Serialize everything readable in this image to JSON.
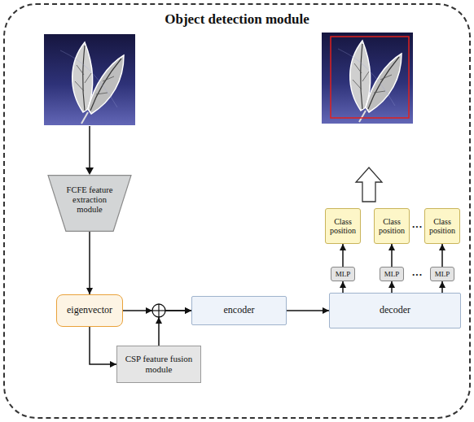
{
  "diagram": {
    "nodes": [
      {
        "text": [
          "Object detection module"
        ]
      },
      {
        "text": [
          "FCFE feature extraction module"
        ],
        "in": 0
      },
      {
        "text": [
          "eigenvector"
        ],
        "in": 0
      },
      {
        "text": [
          "CSP feature fusion module"
        ],
        "in": 0
      },
      {
        "text": [
          "encoder"
        ],
        "in": 0
      },
      {
        "text": [
          "decoder"
        ],
        "in": 0
      },
      {
        "text": [
          "Class position"
        ],
        "in": 0
      },
      {
        "text": [
          "Class position"
        ],
        "in": 0
      },
      {
        "text": [
          "Class position"
        ],
        "in": 0
      },
      {
        "text": [
          "MLP"
        ],
        "in": 0
      },
      {
        "text": [
          "MLP"
        ],
        "in": 0
      },
      {
        "text": [
          "MLP"
        ],
        "in": 0
      }
    ],
    "edges": [
      {
        "from": 1,
        "to": 2,
        "arrow": "to"
      },
      {
        "from": 2,
        "to": 3,
        "arrow": "to"
      },
      {
        "from": 2,
        "to": 4,
        "arrow": "to"
      },
      {
        "from": 3,
        "to": 4,
        "arrow": "to"
      },
      {
        "from": 4,
        "to": 5,
        "arrow": "to"
      },
      {
        "from": 5,
        "to": 9,
        "arrow": "to"
      },
      {
        "from": 5,
        "to": 10,
        "arrow": "to"
      },
      {
        "from": 5,
        "to": 11,
        "arrow": "to"
      },
      {
        "from": 9,
        "to": 6,
        "arrow": "to"
      },
      {
        "from": 10,
        "to": 7,
        "arrow": "to"
      },
      {
        "from": 11,
        "to": 8,
        "arrow": "to"
      }
    ],
    "labels": [
      "···",
      "···"
    ]
  }
}
